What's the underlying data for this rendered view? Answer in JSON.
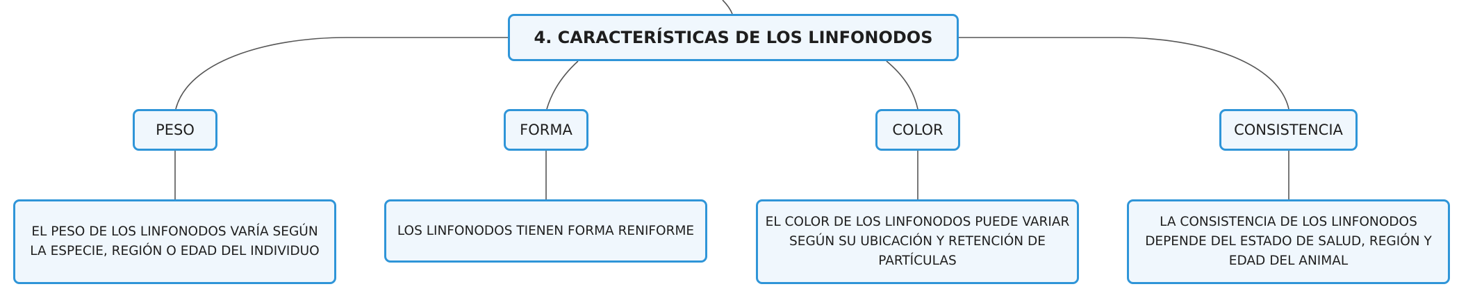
{
  "map": {
    "root": "4. CARACTERÍSTICAS DE LOS LINFONODOS",
    "branches": [
      {
        "label": "PESO",
        "detail": "EL PESO DE LOS LINFONODOS VARÍA SEGÚN LA ESPECIE, REGIÓN O EDAD DEL INDIVIDUO"
      },
      {
        "label": "FORMA",
        "detail": "LOS LINFONODOS TIENEN FORMA RENIFORME"
      },
      {
        "label": "COLOR",
        "detail": "EL COLOR DE LOS LINFONODOS PUEDE VARIAR SEGÚN SU UBICACIÓN Y RETENCIÓN DE PARTÍCULAS"
      },
      {
        "label": "CONSISTENCIA",
        "detail": "LA CONSISTENCIA DE LOS LINFONODOS DEPENDE DEL ESTADO DE SALUD, REGIÓN Y EDAD DEL ANIMAL"
      }
    ]
  },
  "colors": {
    "node_border": "#2f95d8",
    "node_fill": "#f0f7fd",
    "connector": "#555555",
    "text": "#1e1e1e"
  }
}
